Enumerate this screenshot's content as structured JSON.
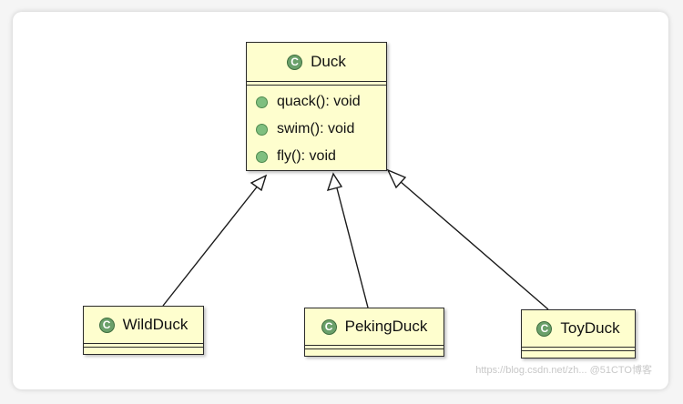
{
  "diagram": {
    "parent": {
      "name": "Duck",
      "badge": "C",
      "methods": [
        "quack(): void",
        "swim(): void",
        "fly(): void"
      ]
    },
    "children": [
      {
        "name": "WildDuck",
        "badge": "C"
      },
      {
        "name": "PekingDuck",
        "badge": "C"
      },
      {
        "name": "ToyDuck",
        "badge": "C"
      }
    ],
    "relation": "generalization"
  },
  "watermark": "https://blog.csdn.net/zh... @51CTO博客",
  "colors": {
    "class_fill": "#fefece",
    "class_border": "#2b2b2b",
    "badge_green": "#6aa06a",
    "method_dot": "#7fbf7f"
  }
}
